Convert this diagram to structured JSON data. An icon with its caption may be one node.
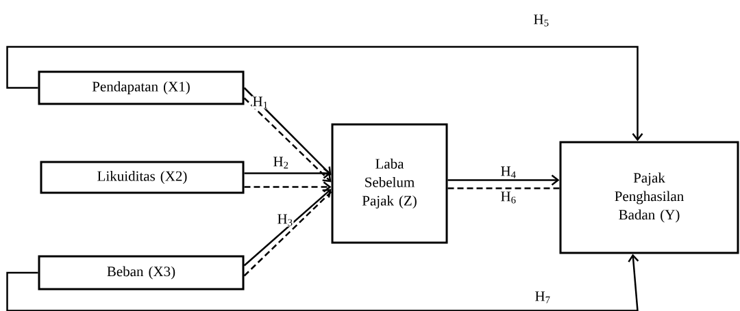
{
  "diagram": {
    "nodes": [
      {
        "text": [
          "Pendapatan (X1)"
        ]
      },
      {
        "text": [
          "Likuiditas (X2)"
        ]
      },
      {
        "text": [
          "Beban (X3)"
        ]
      },
      {
        "text": [
          "Laba Sebelum Pajak (Z)"
        ]
      },
      {
        "text": [
          "Pajak Penghasilan Badan (Y)"
        ]
      }
    ],
    "edges": [
      {
        "from": 0,
        "to": 3,
        "arrow": "to",
        "label": "H$_{1}$"
      },
      {
        "from": 0,
        "to": 3,
        "arrow": "to",
        "style": "dashed"
      },
      {
        "from": 1,
        "to": 3,
        "arrow": "to",
        "label": "H$_{2}$"
      },
      {
        "from": 1,
        "to": 3,
        "arrow": "to",
        "style": "dashed"
      },
      {
        "from": 2,
        "to": 3,
        "arrow": "to",
        "label": "H$_{3}$"
      },
      {
        "from": 2,
        "to": 3,
        "arrow": "none",
        "style": "dashed"
      },
      {
        "from": 3,
        "to": 4,
        "arrow": "to",
        "label": "H$_{4}$"
      },
      {
        "from": 3,
        "to": 4,
        "arrow": "none",
        "style": "dashed",
        "label": "H$_{6}$"
      },
      {
        "from": 0,
        "to": 4,
        "arrow": "to",
        "label": "H$_{5}$"
      },
      {
        "from": 2,
        "to": 4,
        "arrow": "to",
        "label": "H$_{7}$"
      }
    ]
  }
}
